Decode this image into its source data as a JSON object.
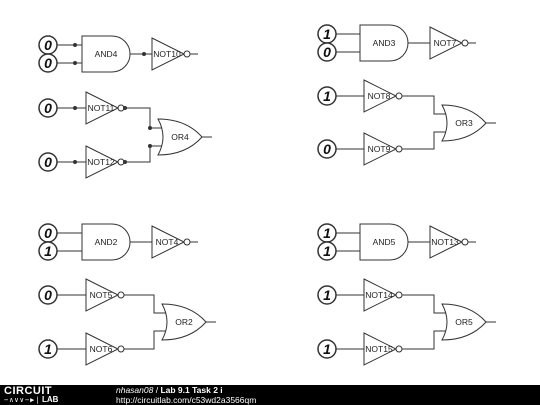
{
  "circuits": [
    {
      "id": "top-left",
      "and_gate": {
        "label": "AND4",
        "inputs": [
          "0",
          "0"
        ],
        "not_label": "NOT10"
      },
      "or_gate": {
        "label": "OR4",
        "inputs": [
          "0",
          "0"
        ],
        "not_labels": [
          "NOT11",
          "NOT12"
        ]
      }
    },
    {
      "id": "top-right",
      "and_gate": {
        "label": "AND3",
        "inputs": [
          "1",
          "0"
        ],
        "not_label": "NOT7"
      },
      "or_gate": {
        "label": "OR3",
        "inputs": [
          "1",
          "0"
        ],
        "not_labels": [
          "NOT8",
          "NOT9"
        ]
      }
    },
    {
      "id": "bottom-left",
      "and_gate": {
        "label": "AND2",
        "inputs": [
          "0",
          "1"
        ],
        "not_label": "NOT4"
      },
      "or_gate": {
        "label": "OR2",
        "inputs": [
          "0",
          "1"
        ],
        "not_labels": [
          "NOT5",
          "NOT6"
        ]
      }
    },
    {
      "id": "bottom-right",
      "and_gate": {
        "label": "AND5",
        "inputs": [
          "1",
          "1"
        ],
        "not_label": "NOT13"
      },
      "or_gate": {
        "label": "OR5",
        "inputs": [
          "1",
          "1"
        ],
        "not_labels": [
          "NOT14",
          "NOT15"
        ]
      }
    }
  ],
  "footer": {
    "logo_top": "CIRCUIT",
    "logo_bottom": "−∧∨∨−▶|",
    "logo_lab": "LAB",
    "author": "nhasan08",
    "separator": " / ",
    "title": "Lab 9.1 Task 2 i",
    "url": "http://circuitlab.com/c53wd2a3566qm"
  },
  "colors": {
    "wire": "#333333",
    "gate_fill": "#ffffff",
    "footer_bg": "#000000"
  }
}
